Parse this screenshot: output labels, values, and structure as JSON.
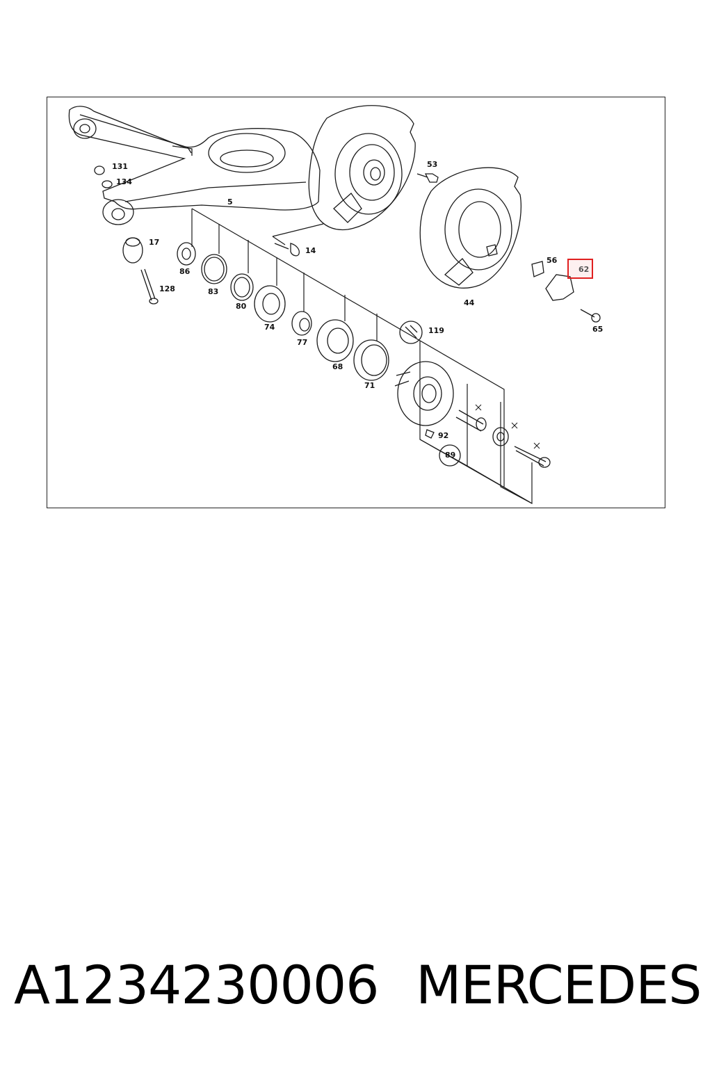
{
  "diagram": {
    "callouts": {
      "c5": "5",
      "c14": "14",
      "c17": "17",
      "c44": "44",
      "c53": "53",
      "c56": "56",
      "c62": "62",
      "c65": "65",
      "c68": "68",
      "c71": "71",
      "c74": "74",
      "c77": "77",
      "c80": "80",
      "c83": "83",
      "c86": "86",
      "c89": "89",
      "c92": "92",
      "c119": "119",
      "c128": "128",
      "c131": "131",
      "c134": "134"
    },
    "highlighted_part": "62",
    "highlight_color": "#e02020"
  },
  "footer": {
    "part_number": "A1234230006",
    "brand": "MERCEDES"
  }
}
